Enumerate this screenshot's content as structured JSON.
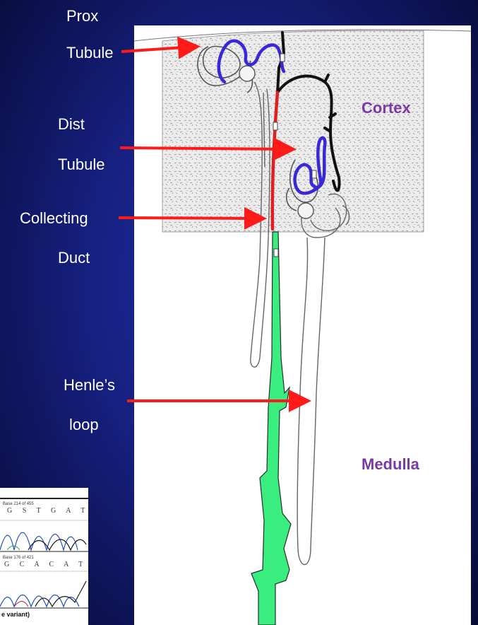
{
  "labels": {
    "prox_line1": "Prox",
    "prox_line2": "Tubule",
    "dist_line1": "Dist",
    "dist_line2": "Tubule",
    "collecting_line1": "Collecting",
    "collecting_line2": "Duct",
    "henle_line1": "Henle’s",
    "henle_line2": "loop"
  },
  "regions": {
    "cortex": "Cortex",
    "medulla": "Medulla"
  },
  "inset": {
    "read1_label": "Base 214 of 455",
    "read1_bases": "G S T G A T",
    "read2_label": "Base 176 of 421",
    "read2_bases": "G C A C A T G",
    "caption": "e variant)"
  },
  "colors": {
    "background": "#16207f",
    "arrow": "#ff1a1a",
    "prox_tubule": "#3a28d8",
    "dist_tubule": "#3a28d8",
    "collecting_cortex": "#e02020",
    "collecting_medulla": "#39ee7e",
    "region_text": "#7a3aa6"
  }
}
